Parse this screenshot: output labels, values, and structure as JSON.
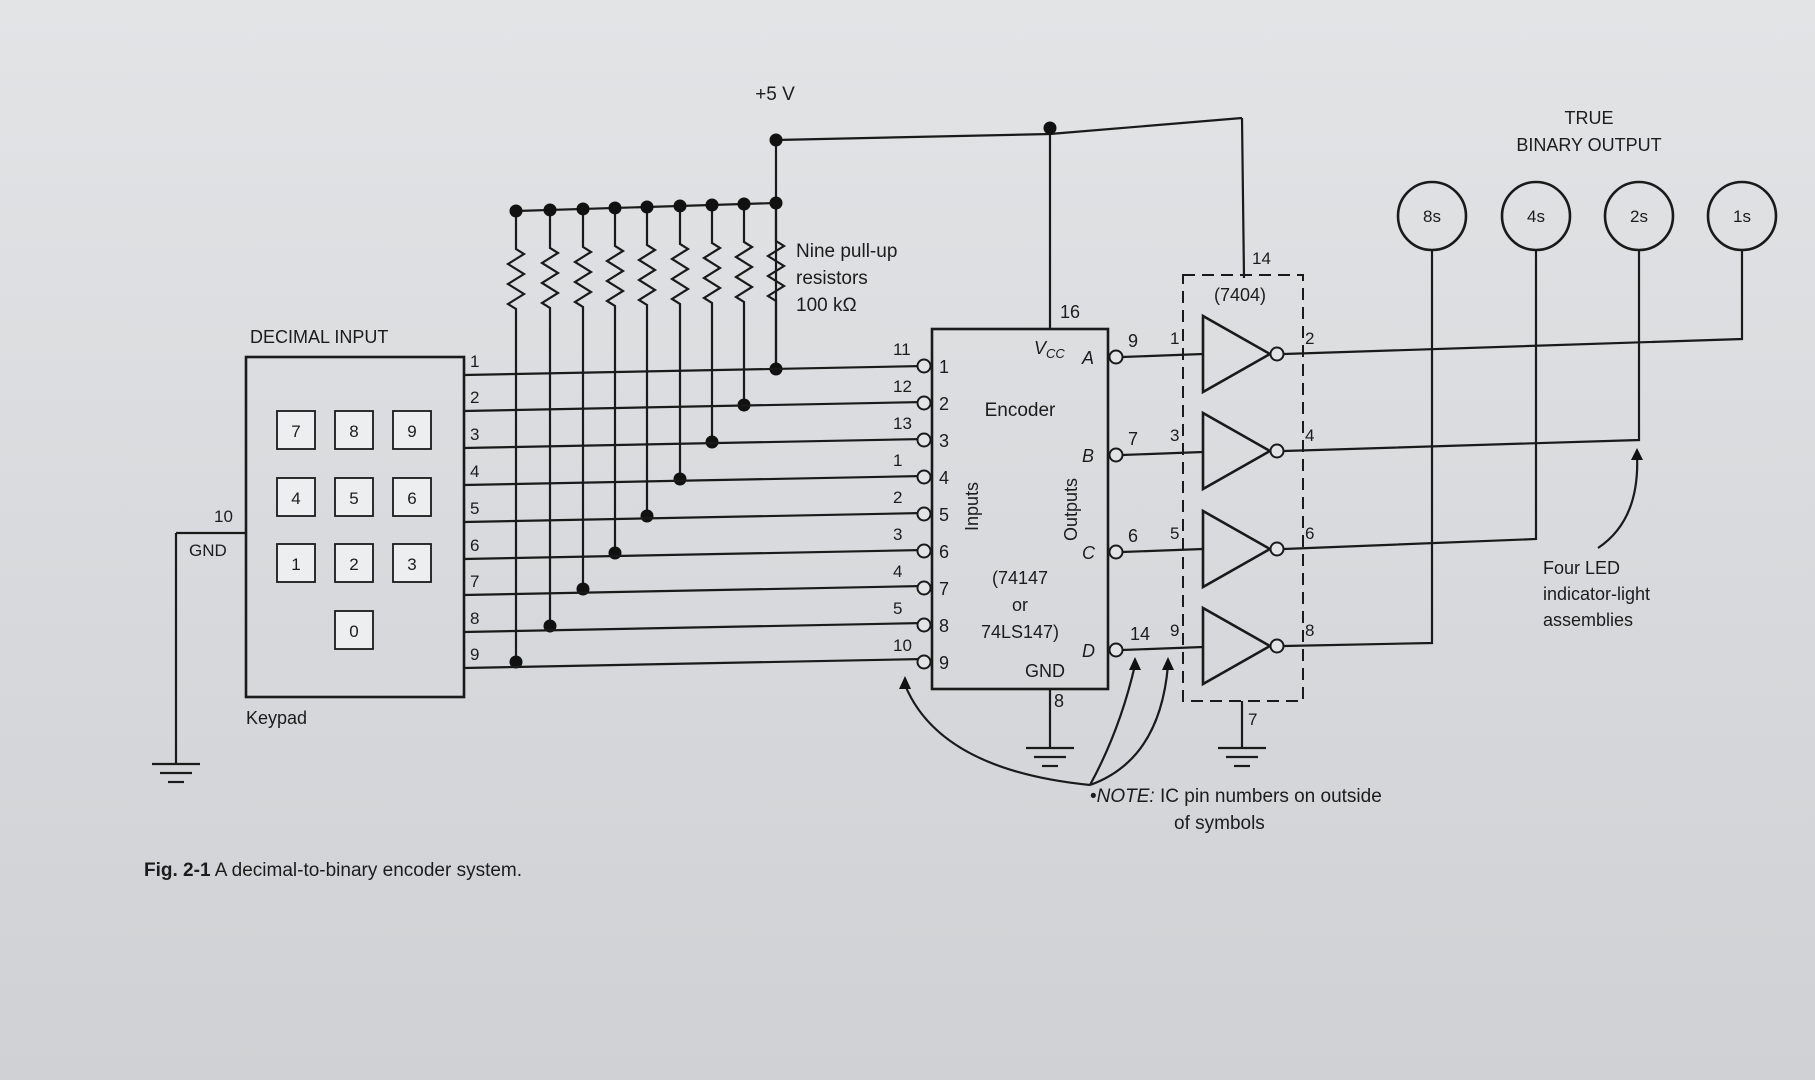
{
  "supply_label": "+5 V",
  "resistors": {
    "line1": "Nine pull-up",
    "line2": "resistors",
    "line3": "100 kΩ"
  },
  "keypad": {
    "title": "DECIMAL INPUT",
    "caption": "Keypad",
    "keys": [
      "7",
      "8",
      "9",
      "4",
      "5",
      "6",
      "1",
      "2",
      "3",
      "0"
    ],
    "output_pins": [
      "1",
      "2",
      "3",
      "4",
      "5",
      "6",
      "7",
      "8",
      "9"
    ],
    "gnd_pin": "10",
    "gnd_label": "GND"
  },
  "encoder": {
    "name": "Encoder",
    "part_line1": "(74147",
    "part_line2": "or",
    "part_line3": "74LS147)",
    "vcc": "V",
    "vcc_sub": "CC",
    "gnd": "GND",
    "inputs_label": "Inputs",
    "outputs_label": "Outputs",
    "vcc_pin": "16",
    "gnd_pin": "8",
    "input_pins_outside": [
      "11",
      "12",
      "13",
      "1",
      "2",
      "3",
      "4",
      "5",
      "10"
    ],
    "input_pins_inside": [
      "1",
      "2",
      "3",
      "4",
      "5",
      "6",
      "7",
      "8",
      "9"
    ],
    "outputs": [
      {
        "name": "A",
        "pin": "9"
      },
      {
        "name": "B",
        "pin": "7"
      },
      {
        "name": "C",
        "pin": "6"
      },
      {
        "name": "D",
        "pin": "14"
      }
    ]
  },
  "inverter": {
    "part": "(7404)",
    "vcc_pin": "14",
    "gnd_pin": "7",
    "input_pins": [
      "1",
      "3",
      "5",
      "9"
    ],
    "output_pins": [
      "2",
      "4",
      "6",
      "8"
    ]
  },
  "output_section": {
    "title_line1": "TRUE",
    "title_line2": "BINARY OUTPUT",
    "leds": [
      "8s",
      "4s",
      "2s",
      "1s"
    ],
    "note_line1": "Four LED",
    "note_line2": "indicator-light",
    "note_line3": "assemblies"
  },
  "note": {
    "prefix": "•",
    "emph": "NOTE:",
    "line1": " IC pin numbers on outside",
    "line2": "of symbols"
  },
  "figure_caption": {
    "label": "Fig. 2-1",
    "text": " A decimal-to-binary encoder system."
  }
}
